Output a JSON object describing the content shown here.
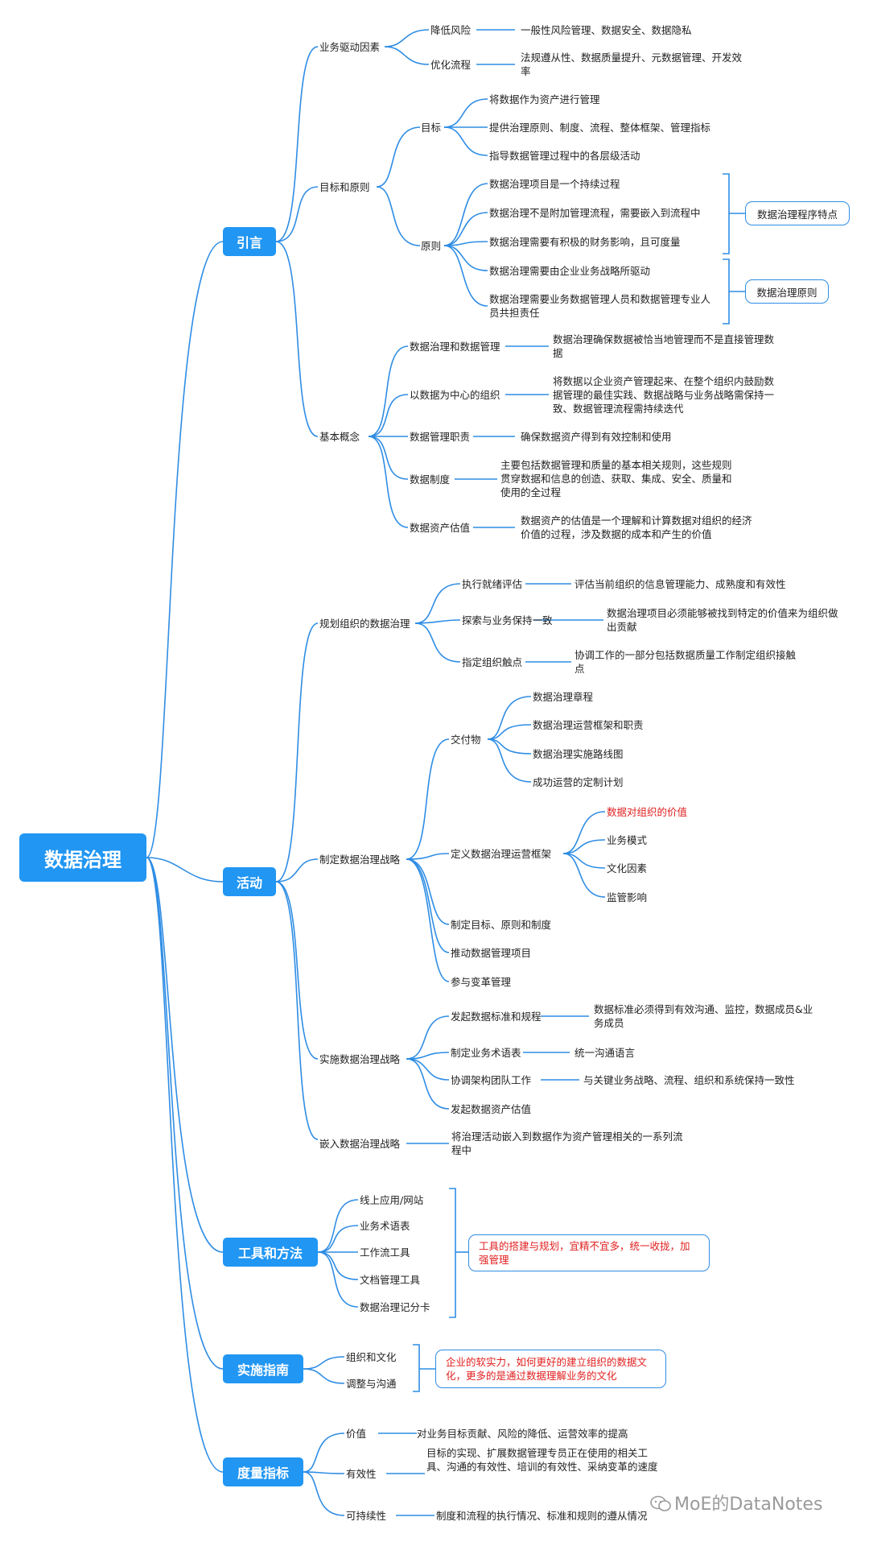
{
  "root": "数据治理",
  "branches": {
    "intro": "引言",
    "activities": "活动",
    "tools": "工具和方法",
    "guide": "实施指南",
    "metrics": "度量指标"
  },
  "intro": {
    "drivers": {
      "label": "业务驱动因素",
      "reduce_risk": "降低风险",
      "reduce_risk_detail": "一般性风险管理、数据安全、数据隐私",
      "optimize": "优化流程",
      "optimize_detail": "法规遵从性、数据质量提升、元数据管理、开发效率"
    },
    "goals_principles": {
      "label": "目标和原则",
      "goals": "目标",
      "goal_items": [
        "将数据作为资产进行管理",
        "提供治理原则、制度、流程、整体框架、管理指标",
        "指导数据管理过程中的各层级活动"
      ],
      "principles": "原则",
      "principle_items": [
        "数据治理项目是一个持续过程",
        "数据治理不是附加管理流程，需要嵌入到流程中",
        "数据治理需要有积极的财务影响，且可度量",
        "数据治理需要由企业业务战略所驱动",
        "数据治理需要业务数据管理人员和数据管理专业人员共担责任"
      ],
      "feature_label": "数据治理程序特点",
      "principle_label": "数据治理原则"
    },
    "concepts": {
      "label": "基本概念",
      "items": [
        {
          "name": "数据治理和数据管理",
          "detail": "数据治理确保数据被恰当地管理而不是直接管理数据"
        },
        {
          "name": "以数据为中心的组织",
          "detail": "将数据以企业资产管理起来、在整个组织内鼓励数据管理的最佳实践、数据战略与业务战略需保持一致、数据管理流程需持续迭代"
        },
        {
          "name": "数据管理职责",
          "detail": "确保数据资产得到有效控制和使用"
        },
        {
          "name": "数据制度",
          "detail": "主要包括数据管理和质量的基本相关规则，这些规则贯穿数据和信息的创造、获取、集成、安全、质量和使用的全过程"
        },
        {
          "name": "数据资产估值",
          "detail": "数据资产的估值是一个理解和计算数据对组织的经济价值的过程，涉及数据的成本和产生的价值"
        }
      ]
    }
  },
  "activities": {
    "plan": {
      "label": "规划组织的数据治理",
      "items": [
        {
          "name": "执行就绪评估",
          "detail": "评估当前组织的信息管理能力、成熟度和有效性"
        },
        {
          "name": "探索与业务保持一致",
          "detail": "数据治理项目必须能够被找到特定的价值来为组织做出贡献"
        },
        {
          "name": "指定组织触点",
          "detail": "协调工作的一部分包括数据质量工作制定组织接触点"
        }
      ]
    },
    "strategy": {
      "label": "制定数据治理战略",
      "deliverables": "交付物",
      "deliverable_items": [
        "数据治理章程",
        "数据治理运营框架和职责",
        "数据治理实施路线图",
        "成功运营的定制计划"
      ],
      "framework": "定义数据治理运营框架",
      "framework_items": [
        "数据对组织的价值",
        "业务模式",
        "文化因素",
        "监管影响"
      ],
      "others": [
        "制定目标、原则和制度",
        "推动数据管理项目",
        "参与变革管理"
      ]
    },
    "implement": {
      "label": "实施数据治理战略",
      "items": [
        {
          "name": "发起数据标准和规程",
          "detail": "数据标准必须得到有效沟通、监控，数据成员&业务成员"
        },
        {
          "name": "制定业务术语表",
          "detail": "统一沟通语言"
        },
        {
          "name": "协调架构团队工作",
          "detail": "与关键业务战略、流程、组织和系统保持一致性"
        },
        {
          "name": "发起数据资产估值",
          "detail": ""
        }
      ]
    },
    "embed": {
      "label": "嵌入数据治理战略",
      "detail": "将治理活动嵌入到数据作为资产管理相关的一系列流程中"
    }
  },
  "tools": {
    "items": [
      "线上应用/网站",
      "业务术语表",
      "工作流工具",
      "文档管理工具",
      "数据治理记分卡"
    ],
    "note": "工具的搭建与规划，宜精不宜多，统一收拢，加强管理"
  },
  "guide": {
    "items": [
      "组织和文化",
      "调整与沟通"
    ],
    "note": "企业的软实力，如何更好的建立组织的数据文化，更多的是通过数据理解业务的文化"
  },
  "metrics": {
    "items": [
      {
        "name": "价值",
        "detail": "对业务目标贡献、风险的降低、运营效率的提高"
      },
      {
        "name": "有效性",
        "detail": "目标的实现、扩展数据管理专员正在使用的相关工具、沟通的有效性、培训的有效性、采纳变革的速度"
      },
      {
        "name": "可持续性",
        "detail": "制度和流程的执行情况、标准和规则的遵从情况"
      }
    ]
  },
  "watermark": "MoE的DataNotes",
  "colors": {
    "accent": "#2196f3",
    "line": "#2f8de4",
    "highlight": "#e02020"
  }
}
